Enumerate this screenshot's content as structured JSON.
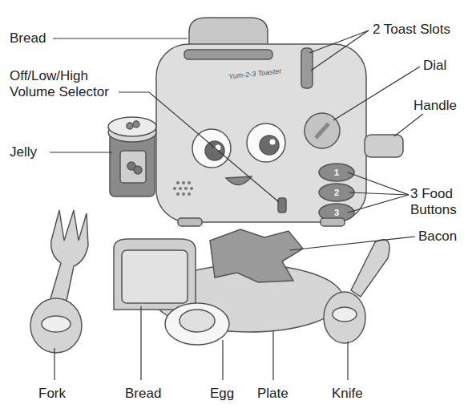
{
  "diagram": {
    "labels": [
      "Bread",
      "2 Toast Slots",
      "Off/Low/High Volume Selector",
      "Dial",
      "Handle",
      "Jelly",
      "3 Food Buttons",
      "Bacon",
      "Fork",
      "Bread",
      "Egg",
      "Plate",
      "Knife",
      "Yum-2-3 Toaster",
      "1",
      "2",
      "3"
    ]
  }
}
